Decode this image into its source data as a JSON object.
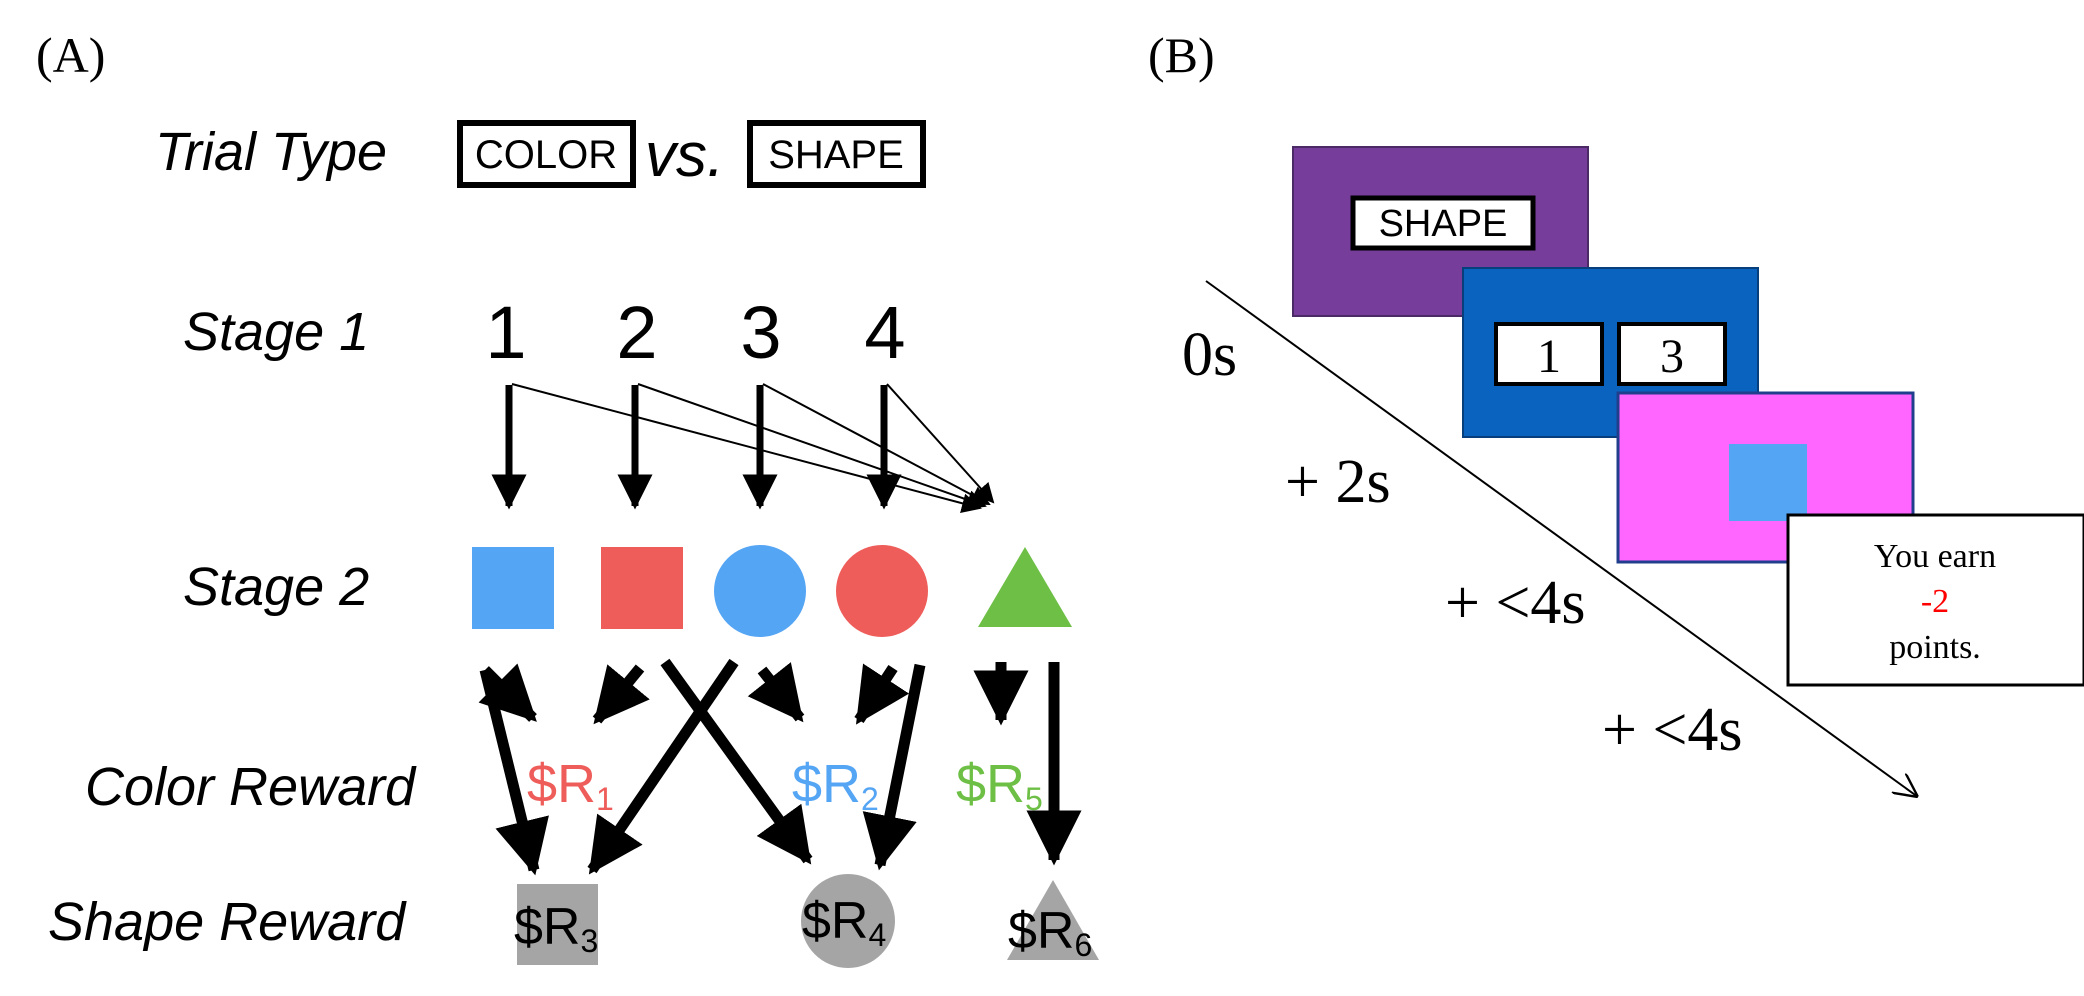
{
  "panel_a": {
    "label": "(A)",
    "row_labels": {
      "trial_type": "Trial Type",
      "stage1": "Stage 1",
      "stage2": "Stage 2",
      "color_reward": "Color Reward",
      "shape_reward": "Shape Reward"
    },
    "trial_type": {
      "option1": "COLOR",
      "versus": "vs.",
      "option2": "SHAPE"
    },
    "stage1_options": [
      "1",
      "2",
      "3",
      "4"
    ],
    "stage2_shapes": [
      {
        "shape": "square",
        "color": "#55A5F5"
      },
      {
        "shape": "square",
        "color": "#EE5D5A"
      },
      {
        "shape": "circle",
        "color": "#55A5F5"
      },
      {
        "shape": "circle",
        "color": "#EE5D5A"
      },
      {
        "shape": "triangle",
        "color": "#6DBF45"
      }
    ],
    "color_rewards": [
      {
        "text": "$R",
        "sub": "1",
        "color": "#EE5D5A"
      },
      {
        "text": "$R",
        "sub": "2",
        "color": "#55A5F5"
      },
      {
        "text": "$R",
        "sub": "5",
        "color": "#6DBF45"
      }
    ],
    "shape_rewards": [
      {
        "text": "$R",
        "sub": "3",
        "shape": "square"
      },
      {
        "text": "$R",
        "sub": "4",
        "shape": "circle"
      },
      {
        "text": "$R",
        "sub": "6",
        "shape": "triangle"
      }
    ],
    "shape_reward_fill": "#A5A5A5"
  },
  "panel_b": {
    "label": "(B)",
    "screens": {
      "trial_type": {
        "text": "SHAPE",
        "bg": "#773D9B"
      },
      "stage1": {
        "options": [
          "1",
          "3"
        ],
        "bg": "#0B63C0"
      },
      "stage2": {
        "bg": "#FF66FF",
        "stimulus_color": "#55A5F5"
      },
      "feedback": {
        "line1": "You earn",
        "value": "-2",
        "value_color": "#FF0000",
        "line3": "points."
      }
    },
    "times": [
      "0s",
      "+ 2s",
      "+ <4s",
      "+ <4s"
    ]
  }
}
